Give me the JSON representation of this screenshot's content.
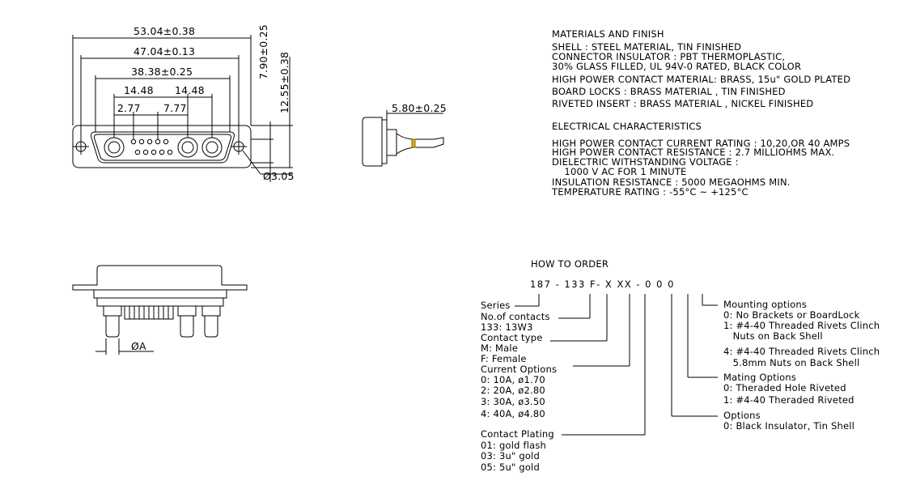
{
  "dimensions": {
    "d1": "53.04±0.38",
    "d2": "47.04±0.13",
    "d3": "38.38±0.25",
    "d4a": "14.48",
    "d4b": "14.48",
    "d5a": "2.77",
    "d5b": "7.77",
    "h1": "7.90±0.25",
    "h2": "12.55±0.38",
    "hole": "Ø3.05",
    "side": "5.80±0.25",
    "pin": "ØA"
  },
  "materials": {
    "title": "MATERIALS AND FINISH",
    "lines": [
      "SHELL : STEEL MATERIAL, TIN FINISHED",
      "CONNECTOR INSULATOR : PBT THERMOPLASTIC,",
      "30% GLASS FILLED, UL 94V-0 RATED, BLACK COLOR",
      "HIGH POWER CONTACT MATERIAL: BRASS, 15u\" GOLD PLATED",
      "BOARD LOCKS : BRASS MATERIAL , TIN FINISHED",
      "RIVETED INSERT : BRASS MATERIAL , NICKEL FINISHED"
    ]
  },
  "electrical": {
    "title": "ELECTRICAL CHARACTERISTICS",
    "lines": [
      "HIGH POWER CONTACT CURRENT RATING : 10,20,OR 40 AMPS",
      "HIGH POWER CONTACT RESISTANCE : 2.7 MILLIOHMS MAX.",
      "DIELECTRIC WITHSTANDING VOLTAGE :",
      "    1000 V AC FOR 1 MINUTE",
      "INSULATION RESISTANCE : 5000 MEGAOHMS MIN.",
      "TEMPERATURE RATING : -55°C ~ +125°C"
    ]
  },
  "order": {
    "title": "HOW TO ORDER",
    "code": "187 - 133 F- X XX - 0 0 0",
    "left": [
      "Series",
      "No.of contacts",
      "133: 13W3",
      "Contact type",
      "M: Male",
      "F: Female",
      "Current Options",
      "0: 10A, ø1.70",
      "2: 20A, ø2.80",
      "3: 30A, ø3.50",
      "4: 40A, ø4.80",
      "Contact Plating",
      "01: gold flash",
      "03: 3u\" gold",
      "05: 5u\" gold"
    ],
    "right": [
      "Mounting options",
      "0: No Brackets or BoardLock",
      "1: #4-40 Threaded Rivets Clinch",
      "   Nuts on Back Shell",
      "4: #4-40 Threaded Rivets Clinch",
      "   5.8mm Nuts on Back Shell",
      "Mating Options",
      "0: Theraded Hole Riveted",
      "1: #4-40 Theraded Riveted",
      "Options",
      "0: Black Insulator, Tin Shell"
    ]
  }
}
